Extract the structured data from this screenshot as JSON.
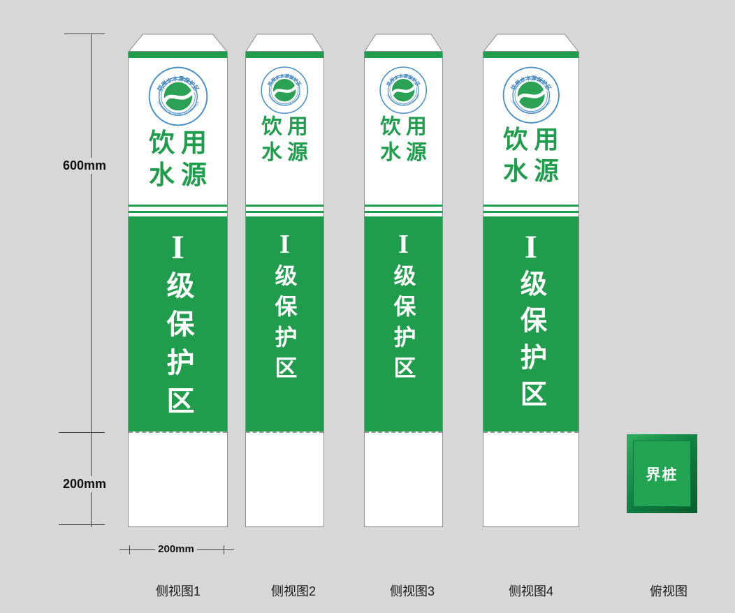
{
  "canvas": {
    "background": "#d7d7d7"
  },
  "colors": {
    "green": "#1f9d4c",
    "dark_green": "#0b7a3b",
    "logo_blue": "#3b7fc0",
    "white": "#ffffff"
  },
  "dimensions": {
    "height": "600mm",
    "buried": "200mm",
    "width": "200mm"
  },
  "pillar": {
    "top_line1": "饮用",
    "top_line2": "水源",
    "grade": "I",
    "zone": "级保护区",
    "logo": {
      "ring_top": "饮用水水源保护区",
      "ring_bottom": "DRINKING WATER PROTECTION AREA"
    }
  },
  "top_view": {
    "label": "界桩"
  },
  "captions": {
    "side1": "侧视图1",
    "side2": "侧视图2",
    "side3": "侧视图3",
    "side4": "侧视图4",
    "top": "俯视图"
  }
}
